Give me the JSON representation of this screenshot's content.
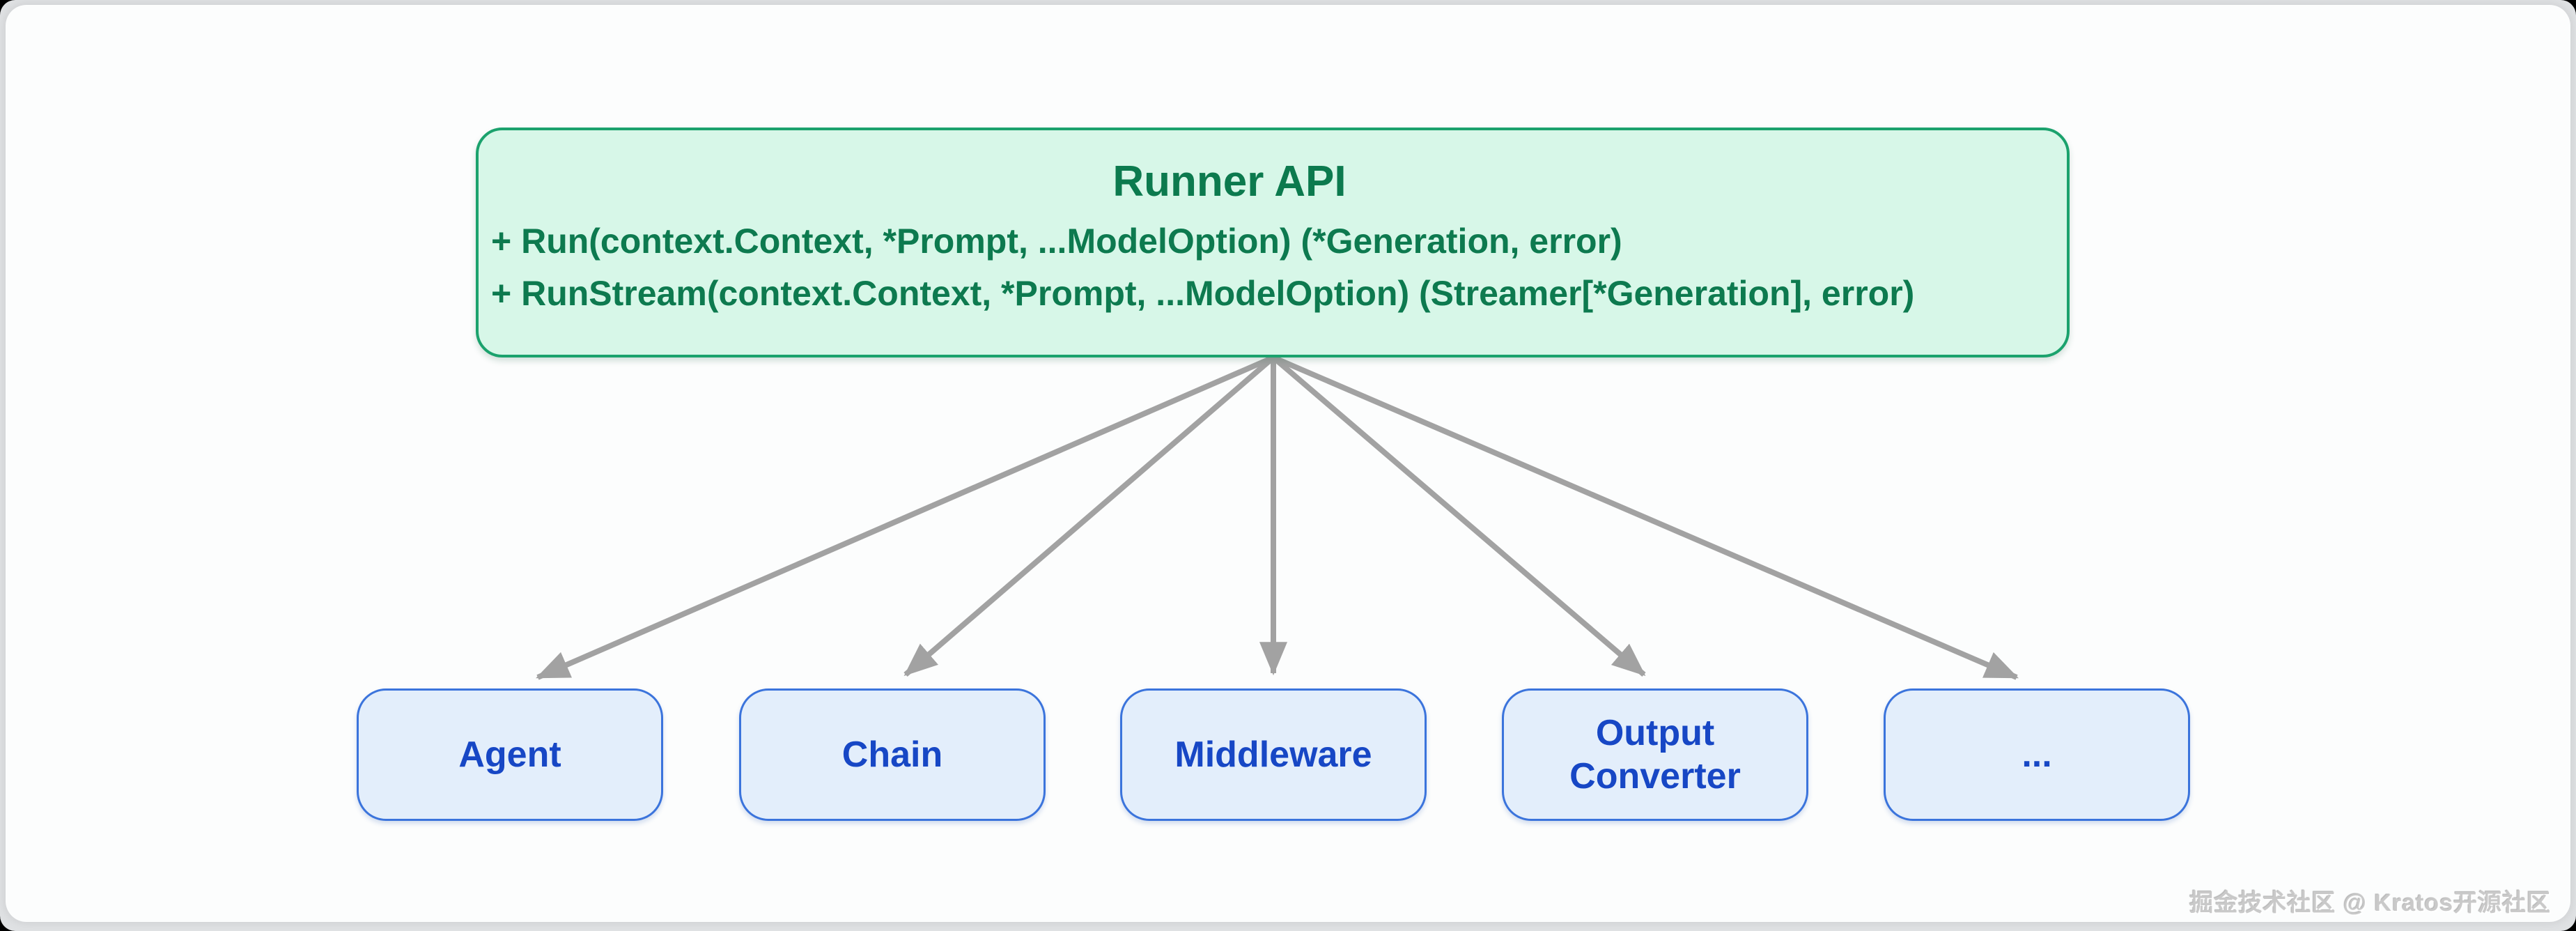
{
  "diagram": {
    "runner": {
      "title": "Runner API",
      "methods": [
        "+ Run(context.Context, *Prompt, ...ModelOption) (*Generation, error)",
        "+ RunStream(context.Context, *Prompt, ...ModelOption) (Streamer[*Generation], error)"
      ]
    },
    "nodes": [
      {
        "label": "Agent"
      },
      {
        "label": "Chain"
      },
      {
        "label": "Middleware"
      },
      {
        "label": "Output Converter"
      },
      {
        "label": "..."
      }
    ],
    "watermark": "掘金技术社区 @ Kratos开源社区",
    "colors": {
      "runner_fill": "#d7f7e8",
      "runner_border": "#1ba26d",
      "runner_text": "#0d7a4f",
      "node_fill": "#e3eefb",
      "node_border": "#3b74dc",
      "node_text": "#1747c5",
      "arrow": "#a2a2a2",
      "card_bg": "#fcfdfd",
      "page_bg": "#dfe1e3"
    }
  }
}
